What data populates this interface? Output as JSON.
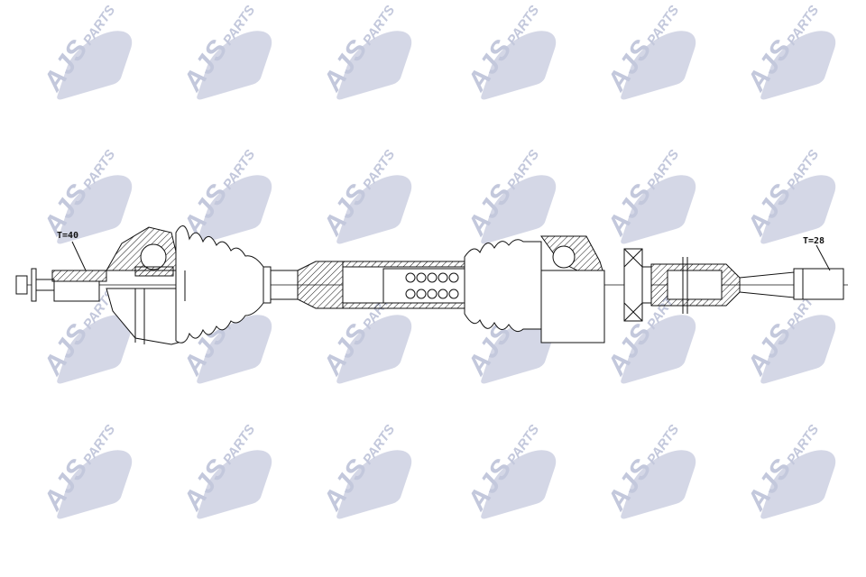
{
  "diagram": {
    "subject": "drive shaft (CV axle) technical drawing",
    "watermark": {
      "text_main": "AJS",
      "text_sub": "PARTS",
      "color": "#c3c8dc",
      "rows": 4,
      "cols": 6
    },
    "labels": {
      "left_spline": "T=40",
      "right_spline": "T=28"
    },
    "line_color": "#111111",
    "background": "#ffffff"
  }
}
